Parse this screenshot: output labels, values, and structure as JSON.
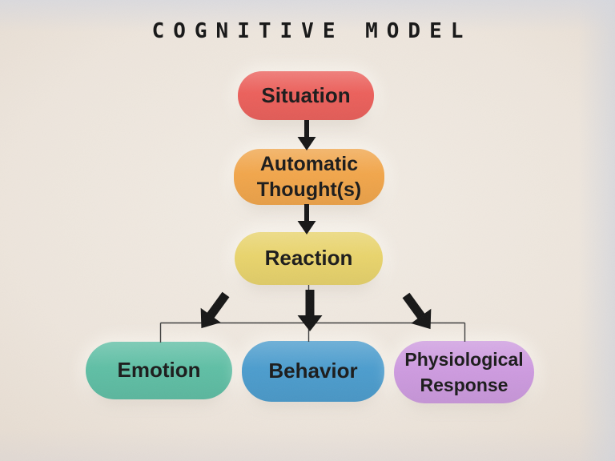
{
  "title": "COGNITIVE MODEL",
  "colors": {
    "background": "#EDE4DB",
    "line": "#3c3c3c",
    "arrow": "#161616",
    "text": "#1b1b1b"
  },
  "nodes": {
    "situation": {
      "label": "Situation",
      "color": "#EC605B"
    },
    "automatic_thoughts": {
      "label": "Automatic Thought(s)",
      "color": "#F2A64B"
    },
    "reaction": {
      "label": "Reaction",
      "color": "#E9D46C"
    },
    "emotion": {
      "label": "Emotion",
      "color": "#5FBFA5"
    },
    "behavior": {
      "label": "Behavior",
      "color": "#4C9DCE"
    },
    "physiological_response": {
      "label": "Physiological Response",
      "color": "#CE9BE0"
    }
  },
  "edges": [
    {
      "from": "situation",
      "to": "automatic_thoughts",
      "style": "bold-arrow"
    },
    {
      "from": "automatic_thoughts",
      "to": "reaction",
      "style": "bold-arrow"
    },
    {
      "from": "reaction",
      "to": "emotion",
      "style": "elbow-line-with-bold-arrow"
    },
    {
      "from": "reaction",
      "to": "behavior",
      "style": "straight-line-with-bold-arrow"
    },
    {
      "from": "reaction",
      "to": "physiological_response",
      "style": "elbow-line-with-bold-arrow"
    }
  ]
}
